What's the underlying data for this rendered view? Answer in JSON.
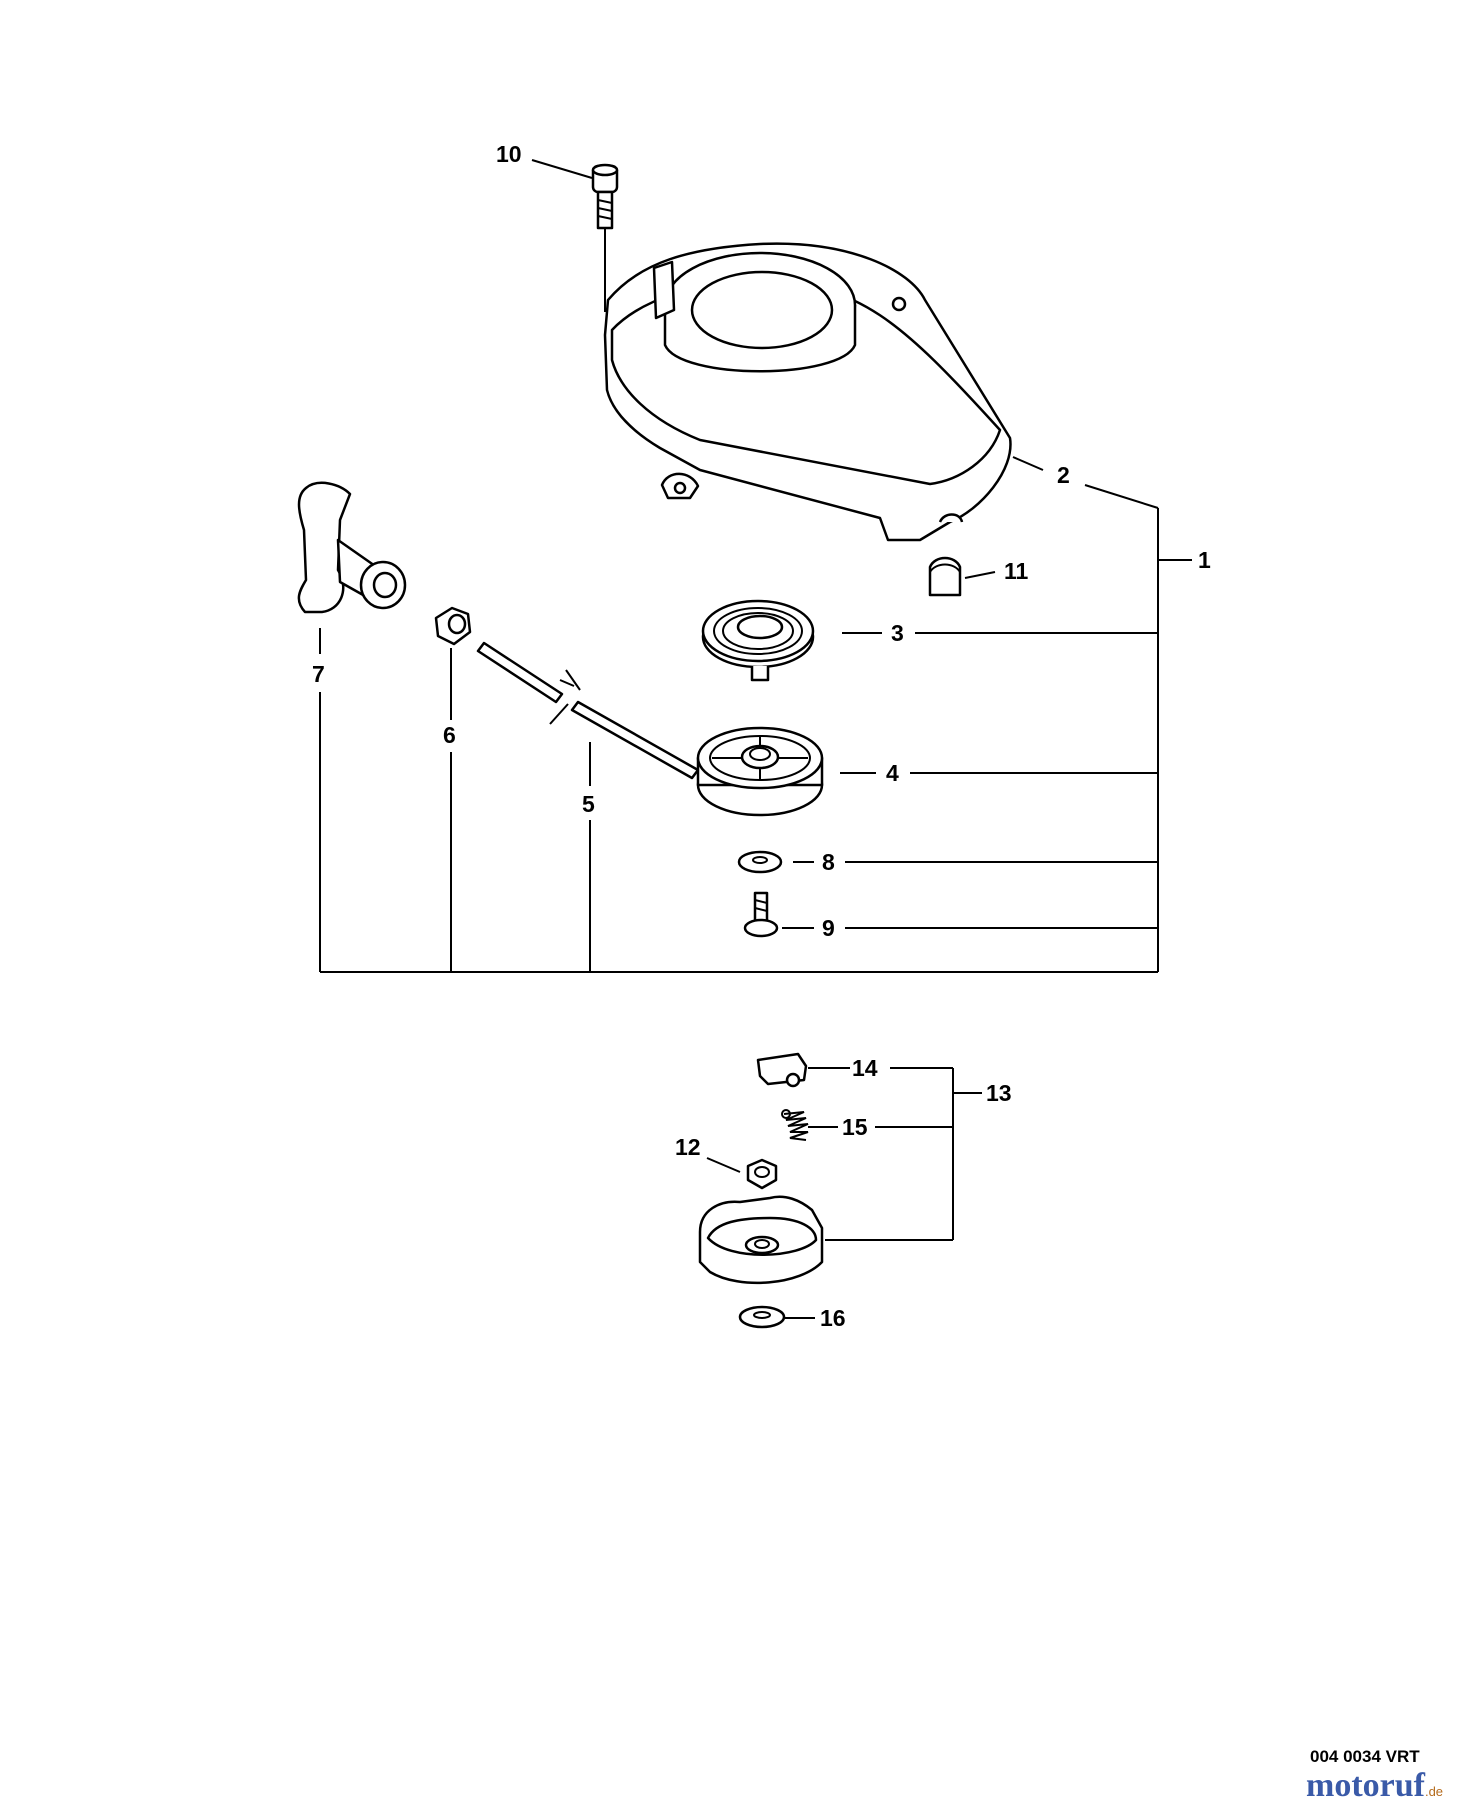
{
  "diagram": {
    "callouts": {
      "c1": "1",
      "c2": "2",
      "c3": "3",
      "c4": "4",
      "c5": "5",
      "c6": "6",
      "c7": "7",
      "c8": "8",
      "c9": "9",
      "c10": "10",
      "c11": "11",
      "c12": "12",
      "c13": "13",
      "c14": "14",
      "c15": "15",
      "c16": "16"
    },
    "drawing_code": "004 0034 VRT",
    "watermark": {
      "main": "motoruf",
      "suffix": ".de"
    },
    "colors": {
      "ink": "#000000",
      "watermark_blue": "#3a5aa8",
      "watermark_orange": "#b56b1c"
    }
  }
}
